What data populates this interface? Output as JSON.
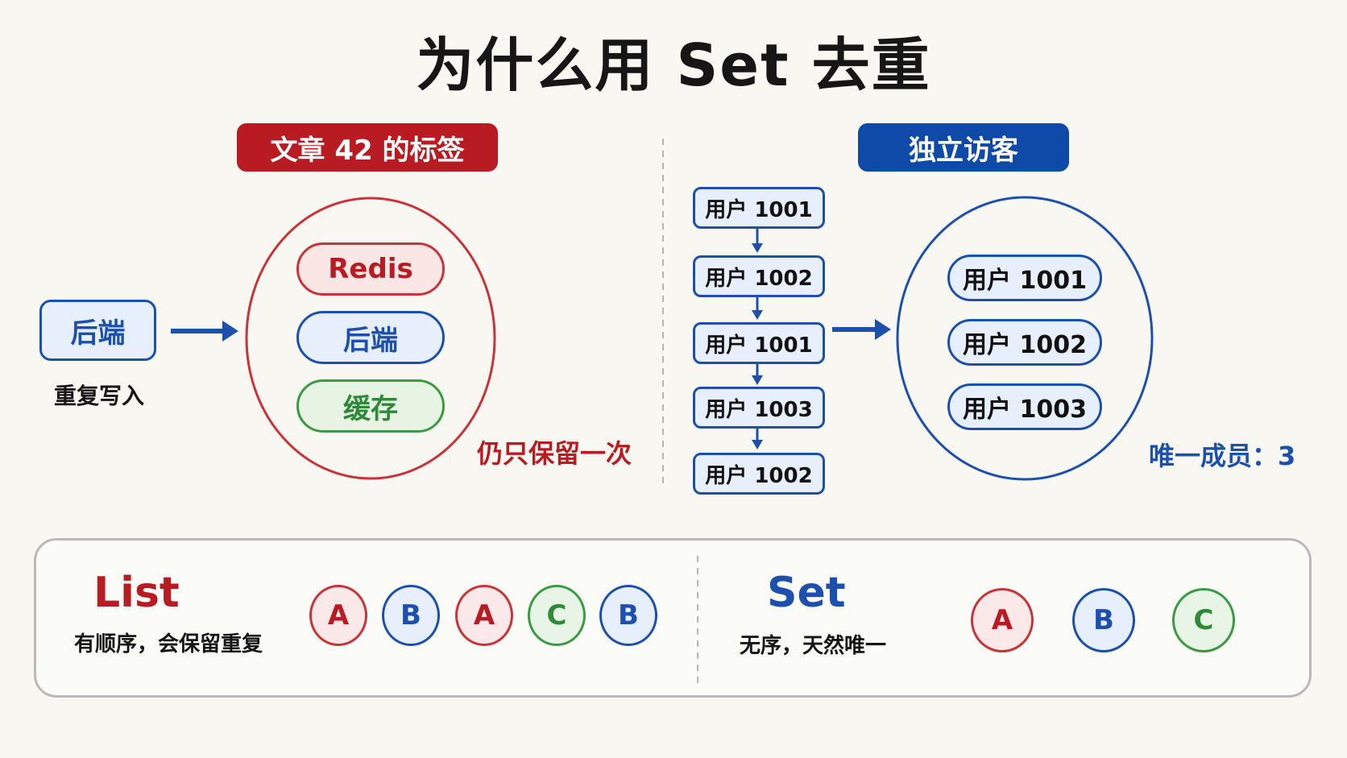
{
  "title": "为什么用 Set 去重",
  "left": {
    "header": "文章 42 的标签",
    "source_box": "后端",
    "source_caption": "重复写入",
    "set_items": [
      "Redis",
      "后端",
      "缓存"
    ],
    "note": "仍只保留一次"
  },
  "right": {
    "header": "独立访客",
    "stream": [
      "用户 1001",
      "用户 1002",
      "用户 1001",
      "用户 1003",
      "用户 1002"
    ],
    "set_items": [
      "用户 1001",
      "用户 1002",
      "用户 1003"
    ],
    "note": "唯一成员：3"
  },
  "compare": {
    "list": {
      "title": "List",
      "desc": "有顺序，会保留重复",
      "items": [
        "A",
        "B",
        "A",
        "C",
        "B"
      ]
    },
    "set": {
      "title": "Set",
      "desc": "无序，天然唯一",
      "items": [
        "A",
        "B",
        "C"
      ]
    }
  },
  "colors": {
    "red": "#b81c22",
    "blue": "#1d50ad",
    "green": "#2e8a38",
    "background": "#f8f7f2"
  }
}
